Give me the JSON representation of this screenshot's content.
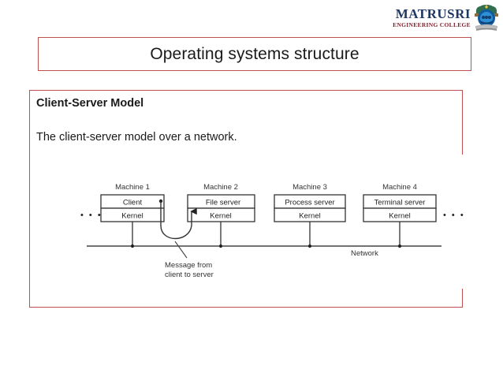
{
  "logo": {
    "name": "MATRUSRI",
    "subtitle": "ENGINEERING COLLEGE",
    "emblem_icon": "college-crest-icon",
    "name_color": "#1f3864",
    "subtitle_color": "#7b1f2b"
  },
  "slide": {
    "title": "Operating systems structure",
    "title_border_color": "#c0504d",
    "content_border_color": "#c0504d",
    "background": "#ffffff"
  },
  "content": {
    "heading": "Client-Server Model",
    "body": "The client-server model over a network."
  },
  "diagram": {
    "type": "client-server-network-diagram",
    "network_label": "Network",
    "annotation_line1": "Message from",
    "annotation_line2": "client to server",
    "left_ellipsis": "•  •  •",
    "right_ellipsis": "•  •  •",
    "machines": [
      {
        "title": "Machine 1",
        "upper": "Client",
        "lower": "Kernel"
      },
      {
        "title": "Machine 2",
        "upper": "File server",
        "lower": "Kernel"
      },
      {
        "title": "Machine 3",
        "upper": "Process server",
        "lower": "Kernel"
      },
      {
        "title": "Machine 4",
        "upper": "Terminal server",
        "lower": "Kernel"
      }
    ]
  }
}
